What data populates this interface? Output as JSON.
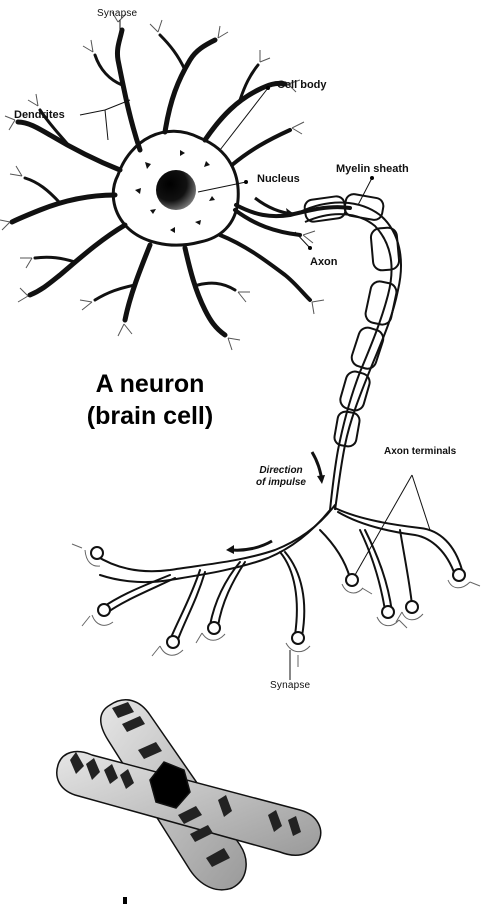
{
  "diagram": {
    "labels": {
      "synapse_top": "Synapse",
      "cell_body": "Cell body",
      "dendrites": "Dendrites",
      "nucleus": "Nucleus",
      "myelin_sheath": "Myelin sheath",
      "axon": "Axon",
      "axon_terminals": "Axon terminals",
      "direction_line1": "Direction",
      "direction_line2": "of impulse",
      "synapse_bottom": "Synapse"
    },
    "title_line1": "A neuron",
    "title_line2": "(brain cell)"
  },
  "colors": {
    "ink": "#111111",
    "paper": "#ffffff",
    "chromosome_dark": "#2a2a2a",
    "chromosome_mid": "#8a8a8a",
    "chromosome_light": "#d8d8d8"
  }
}
